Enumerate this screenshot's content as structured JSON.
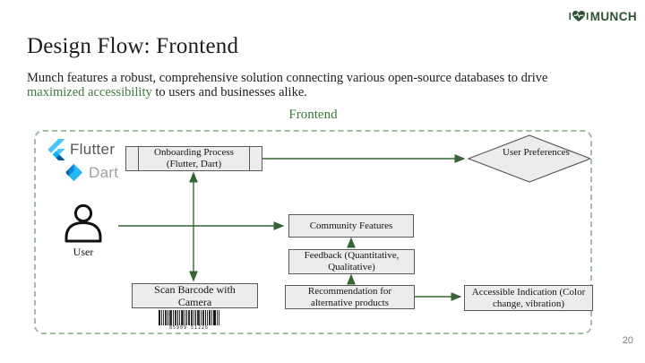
{
  "logo": {
    "brand": "MUNCH"
  },
  "slide": {
    "title": "Design Flow: Frontend",
    "body_prefix": "Munch features a robust, comprehensive solution connecting various open-source databases to drive ",
    "body_highlight": "maximized accessibility",
    "body_suffix": " to users and businesses alike.",
    "page_number": "20"
  },
  "diagram": {
    "label": "Frontend",
    "tech": {
      "flutter": "Flutter",
      "dart": "Dart"
    },
    "user_label": "User",
    "nodes": {
      "onboarding": "Onboarding Process (Flutter, Dart)",
      "user_preferences": "User Preferences",
      "community": "Community Features",
      "feedback": "Feedback (Quantitative, Qualitative)",
      "scan": "Scan Barcode with Camera",
      "recommendation": "Recommendation for alternative products",
      "accessible": "Accessible Indication (Color change, vibration)"
    },
    "barcode_digits": "85909 51226"
  },
  "colors": {
    "accent_green": "#3c7a3a",
    "arrow_green": "#336633",
    "dash_green": "#a3bfa3",
    "logo_green": "#2d5233",
    "box_fill": "#ececec",
    "box_border": "#595959",
    "flutter_text": "#54575b",
    "dart_text": "#9aa0a5",
    "flutter_blue": "#47c5fb",
    "flutter_dark_blue": "#00569e",
    "dart_blue": "#29b6f6",
    "dart_dark_blue": "#01579b",
    "text_dark": "#1c1c1c",
    "page_number_gray": "#7a7a7a"
  }
}
